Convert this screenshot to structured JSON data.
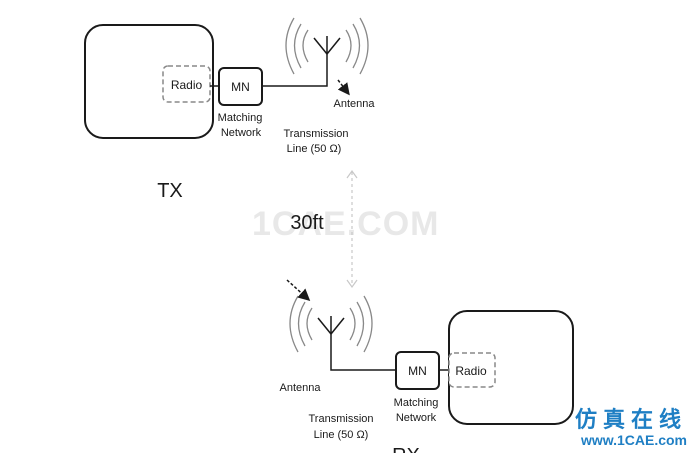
{
  "colors": {
    "line": "#1a1a1a",
    "dashed": "#888888",
    "link": "#c8c8c8",
    "logo": "#1f7fc4"
  },
  "tx": {
    "radio": "Radio",
    "mn": "MN",
    "mn_label_1": "Matching",
    "mn_label_2": "Network",
    "antenna": "Antenna",
    "tl_label_1": "Transmission",
    "tl_label_2": "Line (50 Ω)",
    "title": "TX"
  },
  "distance": "30ft",
  "rx": {
    "radio": "Radio",
    "mn": "MN",
    "mn_label_1": "Matching",
    "mn_label_2": "Network",
    "antenna": "Antenna",
    "tl_label_1": "Transmission",
    "tl_label_2": "Line (50 Ω)",
    "title": "RX"
  },
  "watermark": "1CAE.COM",
  "logo": {
    "chinese": "仿真在线",
    "url": "www.1CAE.com"
  }
}
